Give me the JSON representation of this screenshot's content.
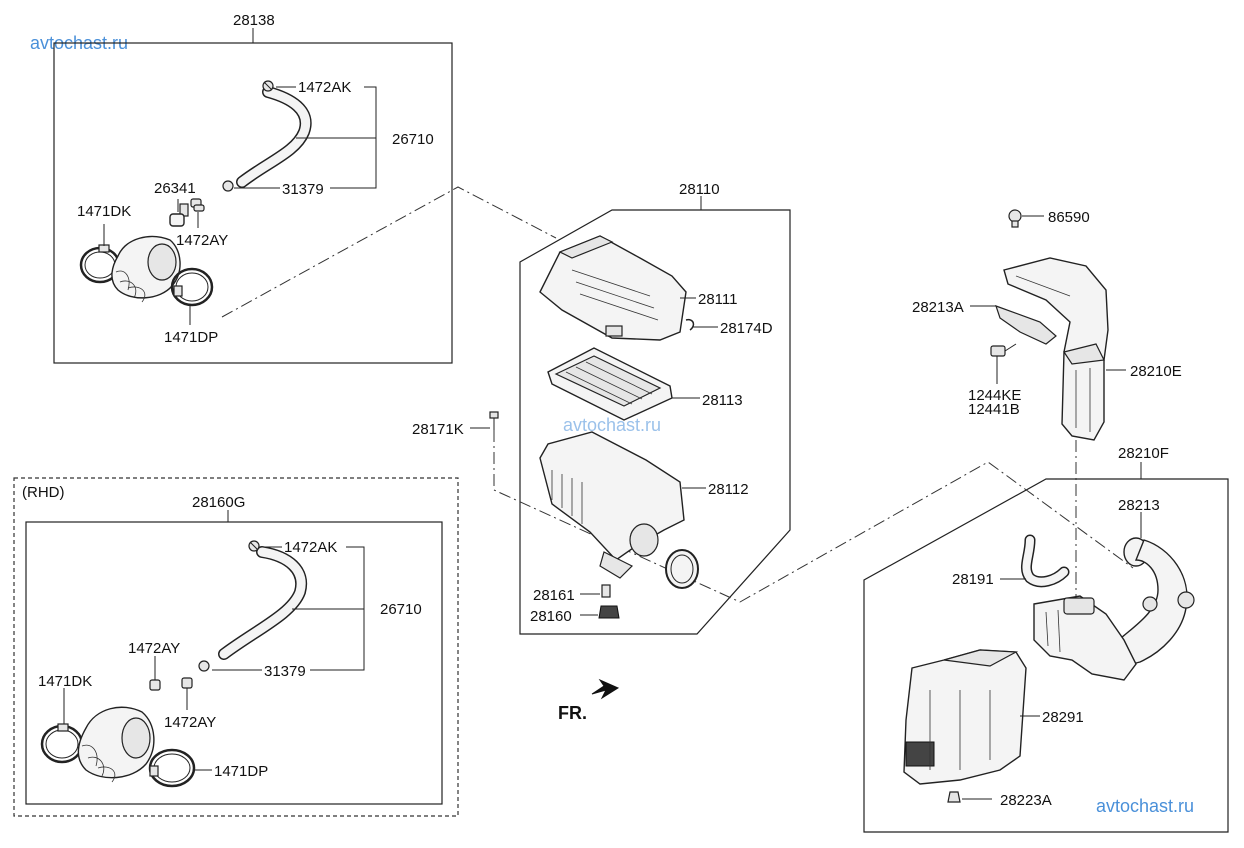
{
  "watermarks": [
    "avtochast.ru",
    "avtochast.ru",
    "avtochast.ru"
  ],
  "groups": {
    "intake_top": "28138",
    "rhd_tag": "(RHD)",
    "intake_rhd": "28160G",
    "air_cleaner": "28110",
    "duct_f": "28210F"
  },
  "labels": {
    "top_1472AK": "1472AK",
    "top_26710": "26710",
    "top_31379": "31379",
    "top_26341": "26341",
    "top_1471DK": "1471DK",
    "top_1472AY": "1472AY",
    "top_1471DP": "1471DP",
    "p28111": "28111",
    "p28174D": "28174D",
    "p28113": "28113",
    "p28171K": "28171K",
    "p28112": "28112",
    "p28161": "28161",
    "p28160": "28160",
    "p86590": "86590",
    "p28213A": "28213A",
    "p28210E": "28210E",
    "p1244KE": "1244KE",
    "p12441B": "12441B",
    "p28213": "28213",
    "p28191": "28191",
    "p28291": "28291",
    "p28223A": "28223A",
    "rhd_1472AK": "1472AK",
    "rhd_26710": "26710",
    "rhd_1472AY_a": "1472AY",
    "rhd_31379": "31379",
    "rhd_1471DK": "1471DK",
    "rhd_1472AY_b": "1472AY",
    "rhd_1471DP": "1471DP",
    "front": "FR."
  }
}
